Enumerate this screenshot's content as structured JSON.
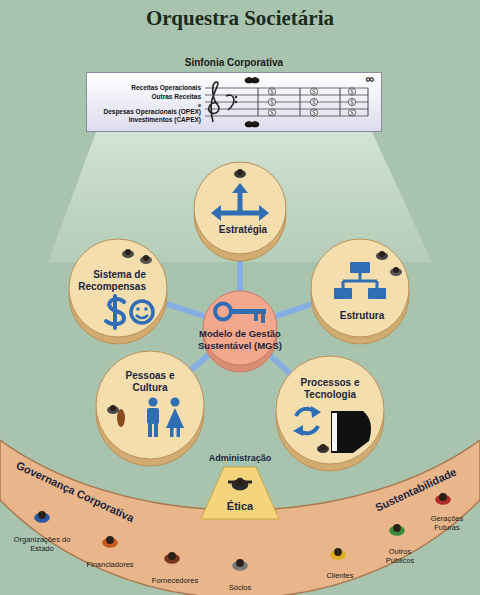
{
  "diagram": {
    "title": "Orquestra Societária",
    "nodes": [
      {
        "text": [
          "Sinfonia Corporativa"
        ]
      },
      {
        "text": [
          "Estratégia"
        ]
      },
      {
        "text": [
          "Sistema de Recompensas"
        ]
      },
      {
        "text": [
          "Estrutura"
        ]
      },
      {
        "text": [
          "Modelo de Gestão Sustentável (MGS)"
        ]
      },
      {
        "text": [
          "Pessoas e Cultura"
        ]
      },
      {
        "text": [
          "Processos e Tecnologia"
        ]
      },
      {
        "text": [
          "Governança Corporativa",
          "Sustentabilidade"
        ]
      },
      {
        "text": [
          "Ética"
        ]
      }
    ],
    "edges": [
      {
        "from": 4,
        "to": 1,
        "arrow": "none"
      },
      {
        "from": 4,
        "to": 2,
        "arrow": "none"
      },
      {
        "from": 4,
        "to": 3,
        "arrow": "none"
      },
      {
        "from": 4,
        "to": 5,
        "arrow": "none"
      },
      {
        "from": 4,
        "to": 6,
        "arrow": "none"
      }
    ],
    "labels": [
      "Receitas Operacionais",
      "Outras Receitas",
      "e",
      "Despesas Operacionais (OPEX)",
      "Investimentos (CAPEX)",
      "∞",
      "Administração",
      "Organizações do Estado",
      "Financiadores",
      "Fornecedores",
      "Sócios",
      "Clientes",
      "Outros Públicos",
      "Gerações Futuras"
    ]
  }
}
